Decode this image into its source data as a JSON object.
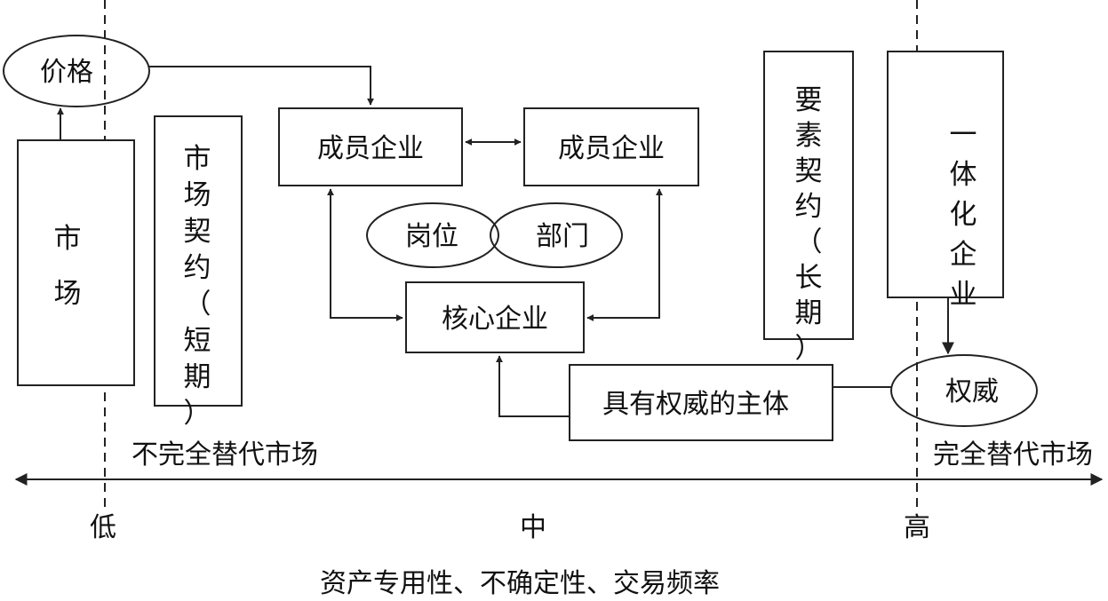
{
  "nodes": {
    "price": "价格",
    "market": "市场",
    "market_contract": "市场契约（短期）",
    "member_left": "成员企业",
    "member_right": "成员企业",
    "post": "岗位",
    "department": "部门",
    "core": "核心企业",
    "factor_contract": "要素契约（长期）",
    "integrated": "一体化企业",
    "authority": "权威",
    "authority_subject": "具有权威的主体"
  },
  "axis": {
    "left_label": "不完全替代市场",
    "right_label": "完全替代市场",
    "low": "低",
    "mid": "中",
    "high": "高",
    "caption": "资产专用性、不确定性、交易频率"
  }
}
